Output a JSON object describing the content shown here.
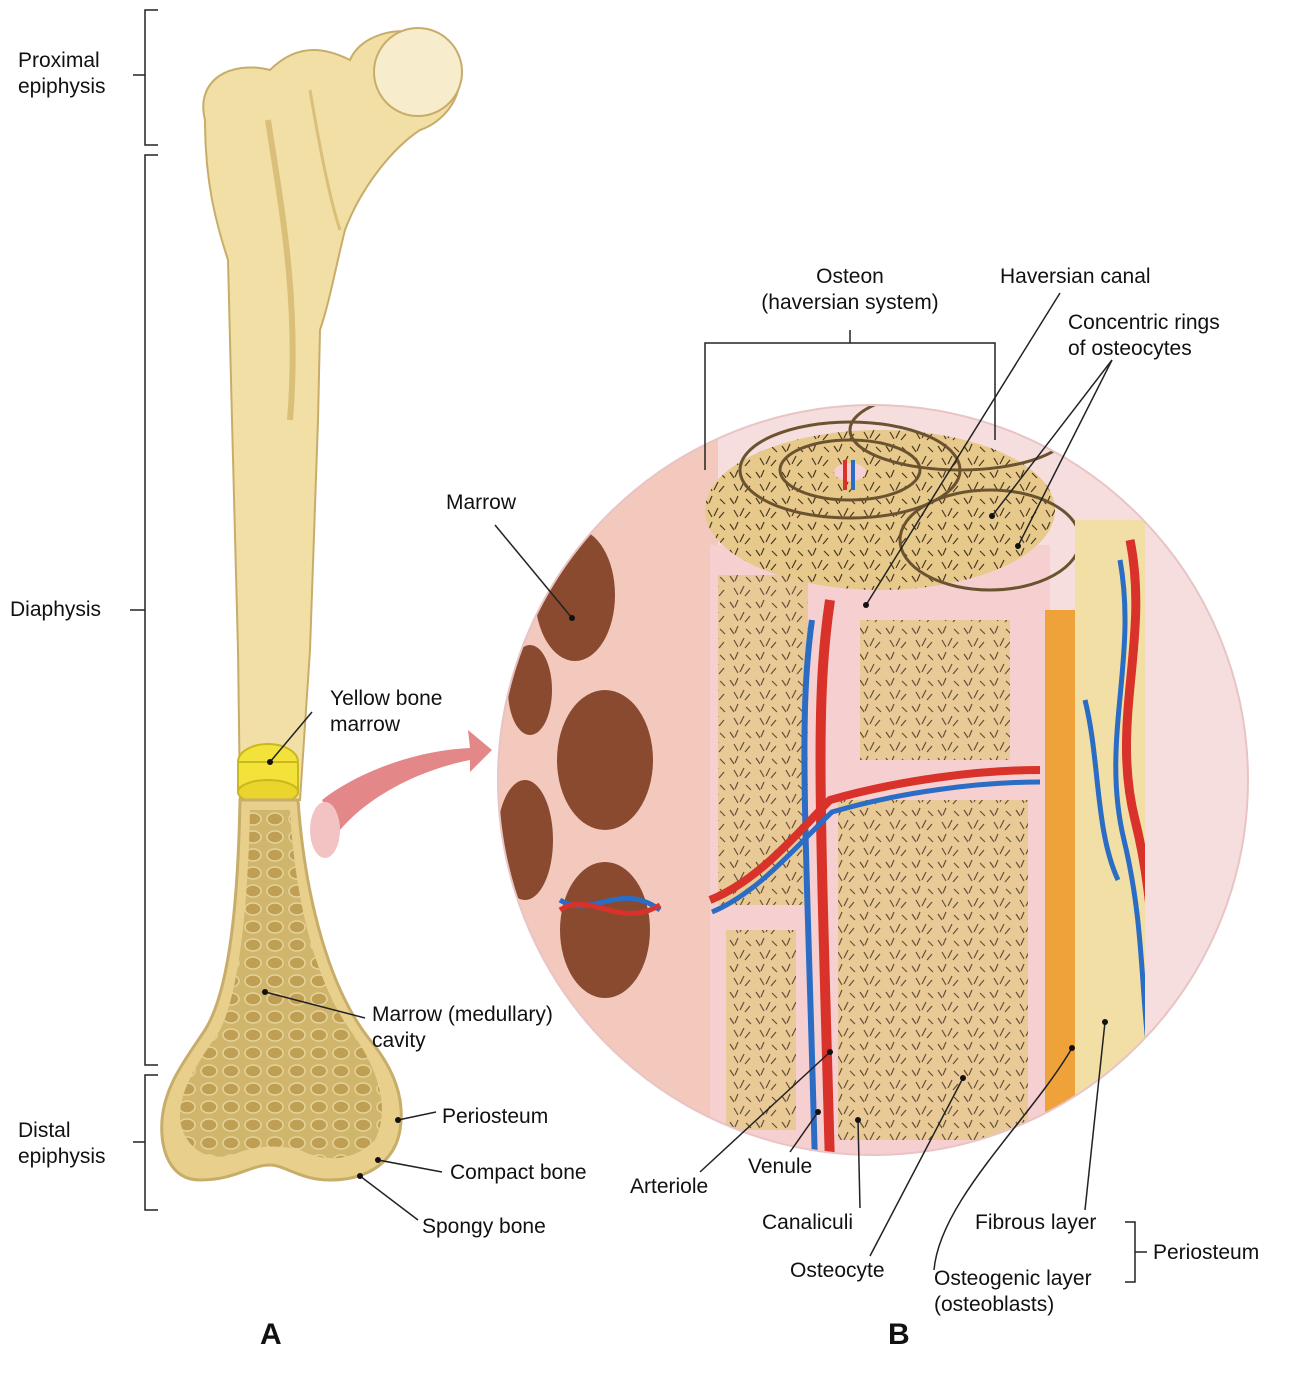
{
  "panel_a": {
    "letter": "A",
    "regions": {
      "proximal_epiphysis": [
        "Proximal",
        "epiphysis"
      ],
      "diaphysis": "Diaphysis",
      "distal_epiphysis": [
        "Distal",
        "epiphysis"
      ]
    },
    "labels": {
      "yellow_bone_marrow": [
        "Yellow bone",
        "marrow"
      ],
      "marrow_cavity": [
        "Marrow (medullary)",
        "cavity"
      ],
      "periosteum": "Periosteum",
      "compact_bone": "Compact bone",
      "spongy_bone": "Spongy bone"
    }
  },
  "panel_b": {
    "letter": "B",
    "labels": {
      "osteon": [
        "Osteon",
        "(haversian system)"
      ],
      "haversian_canal": "Haversian canal",
      "concentric_rings": [
        "Concentric rings",
        "of osteocytes"
      ],
      "marrow": "Marrow",
      "arteriole": "Arteriole",
      "venule": "Venule",
      "canaliculi": "Canaliculi",
      "osteocyte": "Osteocyte",
      "fibrous_layer": "Fibrous layer",
      "osteogenic_layer": [
        "Osteogenic layer",
        "(osteoblasts)"
      ],
      "periosteum": "Periosteum"
    }
  },
  "colors": {
    "bone": "#f2dfa6",
    "bone_shadow": "#d9bf7a",
    "yellow_marrow": "#f2e23a",
    "tissue_pink": "#f4c9c1",
    "marrow_brown": "#8a4a30",
    "artery": "#d8322a",
    "vein": "#2b6cc4",
    "arrow": "#e07a7c"
  }
}
